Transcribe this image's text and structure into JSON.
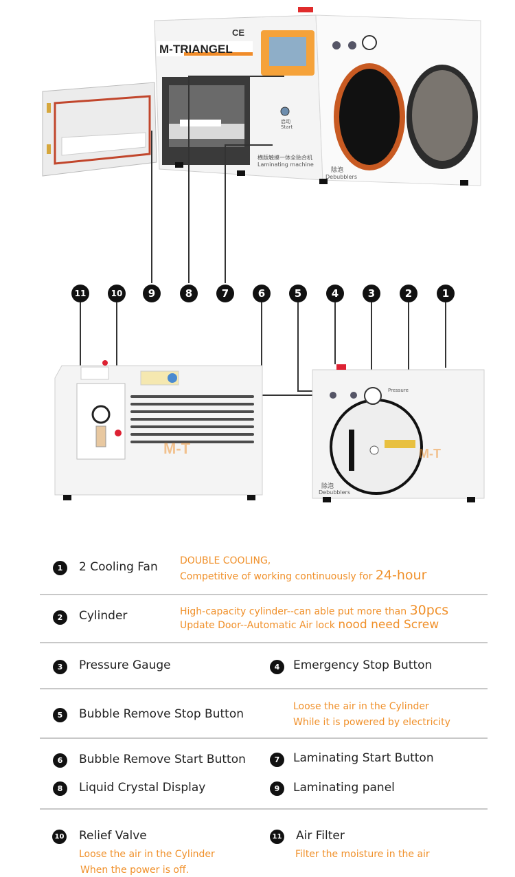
{
  "machine": {
    "brand": "M-TRIANGEL",
    "ce_mark": "CE",
    "start_label_cn": "启动",
    "start_label_en": "Start",
    "model_cn": "横版触摸一体全贴合机",
    "model_en": "Laminating machine",
    "debubbler_cn": "除泡",
    "debubbler_en": "Debubblers",
    "pressure_label": "Pressure",
    "watermark": "M-T"
  },
  "callouts": [
    "11",
    "10",
    "9",
    "8",
    "7",
    "6",
    "5",
    "4",
    "3",
    "2",
    "1"
  ],
  "features": {
    "f1": {
      "num": "1",
      "label": "2 Cooling Fan",
      "note1": "DOUBLE COOLING,",
      "note2": "Competitive of working continuously for ",
      "note2_big": "24-hour"
    },
    "f2": {
      "num": "2",
      "label": "Cylinder",
      "note1": "High-capacity cylinder--can able put more than ",
      "note1_big": "30pcs",
      "note2": "Update Door--Automatic Air lock ",
      "note2_big": "nood need Screw"
    },
    "f3": {
      "num": "3",
      "label": "Pressure Gauge"
    },
    "f4": {
      "num": "4",
      "label": "Emergency Stop Button"
    },
    "f5": {
      "num": "5",
      "label": "Bubble Remove Stop Button",
      "note1": "Loose the air in the Cylinder",
      "note2": "While it is powered by electricity"
    },
    "f6": {
      "num": "6",
      "label": "Bubble Remove Start Button"
    },
    "f7": {
      "num": "7",
      "label": "Laminating Start Button"
    },
    "f8": {
      "num": "8",
      "label": "Liquid Crystal Display"
    },
    "f9": {
      "num": "9",
      "label": "Laminating panel"
    },
    "f10": {
      "num": "10",
      "label": "Relief Valve",
      "note1": "Loose the air in the Cylinder",
      "note2": "When the power is off."
    },
    "f11": {
      "num": "11",
      "label": "Air Filter",
      "note1": "Filter the moisture in the air"
    }
  },
  "colors": {
    "accent": "#f0902a",
    "orange_door": "#d85a28",
    "frame": "#e9e9e9"
  }
}
